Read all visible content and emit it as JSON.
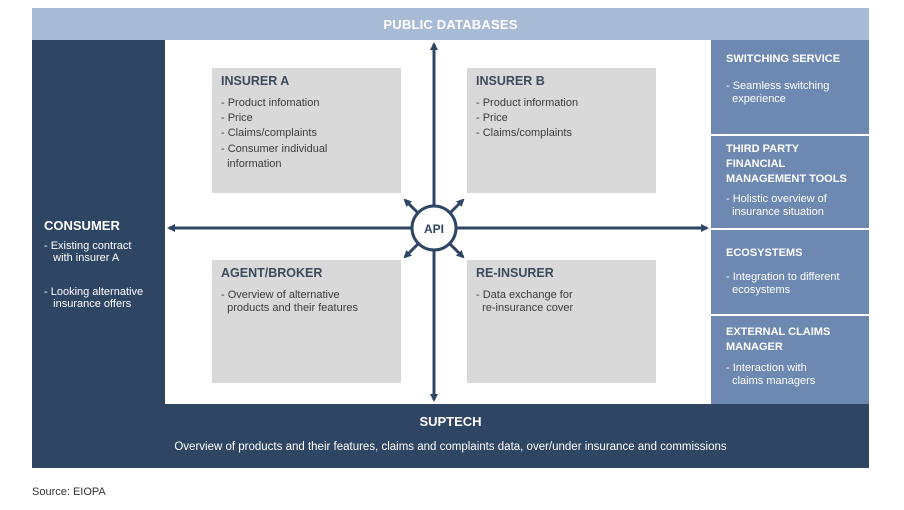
{
  "top_bar": {
    "label": "PUBLIC DATABASES"
  },
  "consumer": {
    "title": "CONSUMER",
    "items": [
      "- Existing contract\n   with insurer A",
      "- Looking alternative\n   insurance offers"
    ]
  },
  "insurer_a": {
    "title": "INSURER A",
    "lines": [
      "- Product infomation",
      "- Price",
      "- Claims/complaints",
      "- Consumer individual",
      "  information"
    ]
  },
  "insurer_b": {
    "title": "INSURER B",
    "lines": [
      "- Product information",
      "- Price",
      "- Claims/complaints"
    ]
  },
  "agent_broker": {
    "title": "AGENT/BROKER",
    "lines": [
      "- Overview of alternative",
      "  products and their features"
    ]
  },
  "reinsurer": {
    "title": "RE-INSURER",
    "lines": [
      "- Data exchange for",
      "  re-insurance cover"
    ]
  },
  "api": {
    "label": "API"
  },
  "right_panels": [
    {
      "title": "SWITCHING SERVICE",
      "desc": "- Seamless switching\n  experience"
    },
    {
      "title": "THIRD PARTY\nFINANCIAL\nMANAGEMENT TOOLS",
      "desc": "- Holistic overview of\n  insurance situation"
    },
    {
      "title": "ECOSYSTEMS",
      "desc": "- Integration to different\n  ecosystems"
    },
    {
      "title": "EXTERNAL CLAIMS\nMANAGER",
      "desc": "- Interaction with\n  claims managers"
    }
  ],
  "suptech": {
    "title": "SUPTECH",
    "desc": "Overview of products and their features, claims and complaints data, over/under insurance and commissions"
  },
  "source": "Source: EIOPA",
  "colors": {
    "top_bar": "#a8bbd6",
    "dark_panel": "#2f4564",
    "right_panel": "#6d89b2",
    "box_fill": "#d9d9d9",
    "arrow": "#2f4564"
  }
}
